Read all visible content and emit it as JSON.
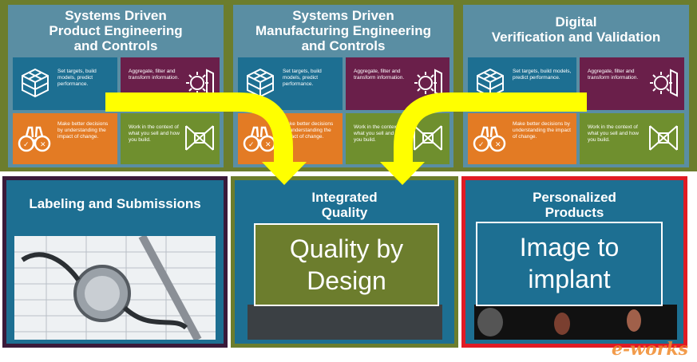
{
  "colors": {
    "olive": "#6c7d2d",
    "olive_dark": "#5f6e28",
    "teal": "#1d6f92",
    "teal_light": "#3a8cab",
    "purple": "#6a1f4a",
    "orange": "#e37b24",
    "green_tile": "#6f8f2e",
    "yellow": "#ffff00",
    "red_border": "#e01b24",
    "dark_purple_border": "#3a1a3a"
  },
  "top_columns": [
    {
      "title_lines": [
        "Systems Driven",
        "Product Engineering",
        "and Controls"
      ],
      "tiles": {
        "teal": "Set targets, build models, predict performance.",
        "purple": "Aggregate, filter and transform information.",
        "orange": "Make better decisions by understanding the impact of change.",
        "green": "Work in the context of what you sell and how you build."
      }
    },
    {
      "title_lines": [
        "Systems Driven",
        "Manufacturing Engineering",
        "and Controls"
      ],
      "tiles": {
        "teal": "Set targets, build models, predict performance.",
        "purple": "Aggregate, filter and transform information.",
        "orange": "Make better decisions by understanding the impact of change.",
        "green": "Work in the context of what you sell and how you build."
      }
    },
    {
      "title_lines": [
        "Digital",
        "Verification and Validation"
      ],
      "tiles": {
        "teal": "Set targets, build models, predict performance.",
        "purple": "Aggregate, filter and transform information.",
        "orange": "Make better decisions by understanding the impact of change.",
        "green": "Work in the context of what you sell and how you build."
      }
    }
  ],
  "bottom_panels": {
    "labeling": {
      "title": "Labeling and Submissions"
    },
    "quality": {
      "title_lines": [
        "Integrated",
        "Quality"
      ],
      "box_lines": [
        "Quality by",
        "Design"
      ]
    },
    "personalized": {
      "title_lines": [
        "Personalized",
        "Products"
      ],
      "box_lines": [
        "Image to",
        "implant"
      ]
    }
  },
  "watermark": "e-works"
}
